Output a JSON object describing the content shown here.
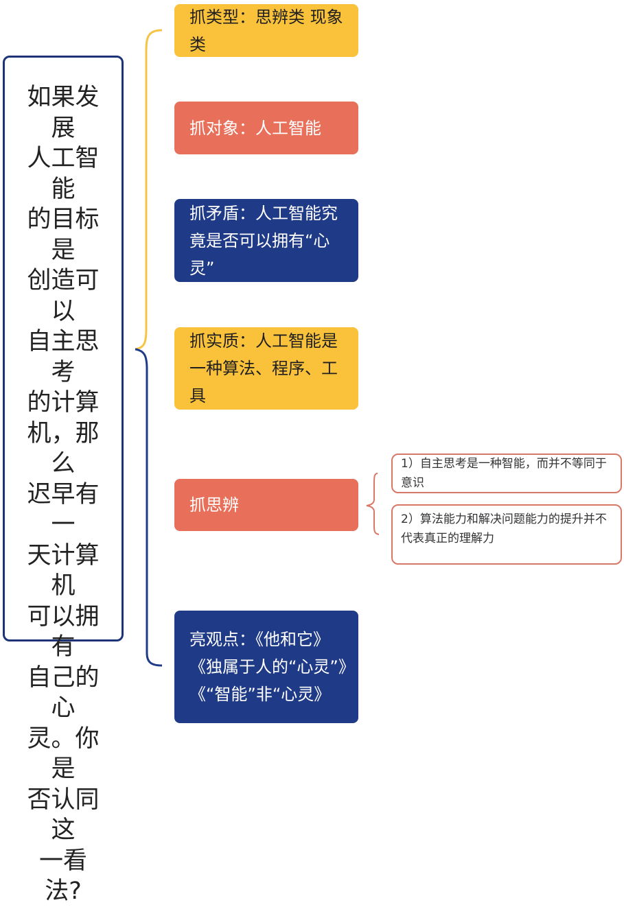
{
  "root": {
    "text": "如果发展\n人工智能\n的目标是\n创造可以\n自主思考\n的计算\n机，那么\n迟早有一\n天计算机\n可以拥有\n自己的心\n灵。你是\n否认同这\n一看法?"
  },
  "branches": [
    {
      "text": "抓类型：思辨类 现象类",
      "color": "yellow"
    },
    {
      "text": "抓对象：人工智能",
      "color": "red"
    },
    {
      "text": "抓矛盾：人工智能究竟是否可以拥有“心灵”",
      "color": "blue"
    },
    {
      "text": "抓实质：人工智能是一种算法、程序、工具",
      "color": "yellow"
    },
    {
      "text": "抓思辨",
      "color": "red"
    },
    {
      "text": "亮观点：《他和它》《独属于人的“心灵”》《“智能”非“心灵》",
      "color": "blue"
    }
  ],
  "subbranches": [
    {
      "text": "1）自主思考是一种智能，而并不等同于意识"
    },
    {
      "text": "2）算法能力和解决问题能力的提升并不代表真正的理解力"
    }
  ],
  "colors": {
    "yellow": "#fac23b",
    "red": "#e8705a",
    "blue": "#1f3a86",
    "yellow_line": "#f5c443",
    "blue_line": "#1f3a86",
    "sub_border": "#d97766"
  }
}
